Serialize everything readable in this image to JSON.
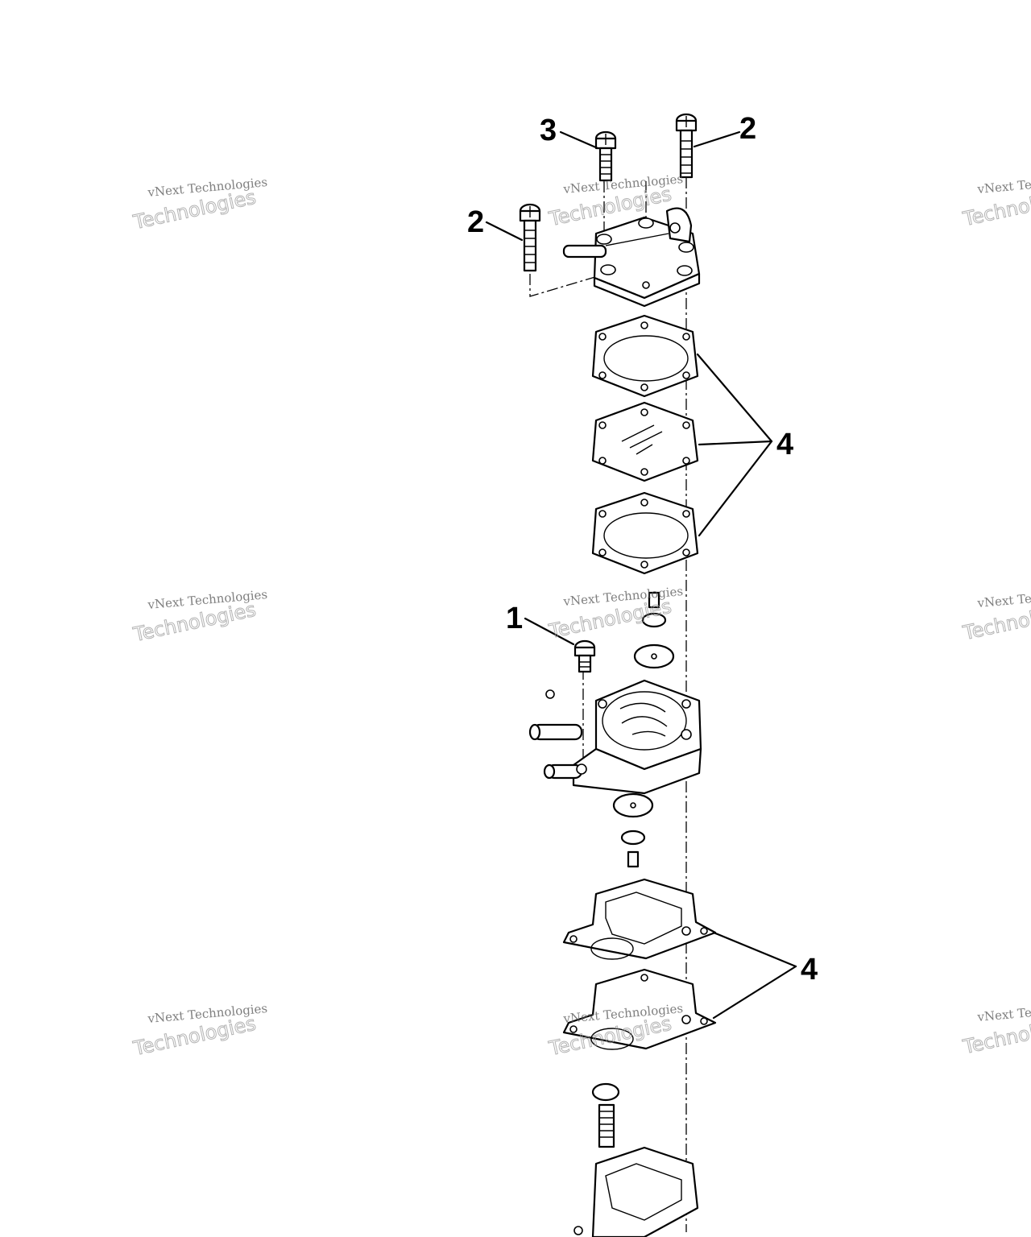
{
  "callouts": [
    "3",
    "2",
    "2",
    "4",
    "1",
    "4"
  ],
  "watermark": {
    "line1": "vNext Technologies",
    "line2": "vNext Technologies",
    "line3": "Technologies"
  }
}
